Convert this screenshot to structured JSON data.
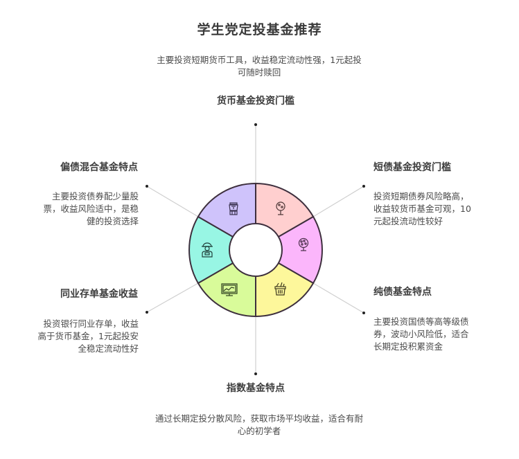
{
  "title": "学生党定投基金推荐",
  "colors": {
    "lavender": "#cfc3fb",
    "pink": "#ffcfcf",
    "magenta": "#fbb6fb",
    "yellow": "#fdf79b",
    "green": "#d9fb9a",
    "teal": "#98f6e4",
    "outline": "#3d2f3d",
    "connector": "#cccccc"
  },
  "sections": {
    "top": {
      "heading": "货币基金投资门槛",
      "desc_line1": "主要投资短期货币工具，收益稳定流动性强，1元起投",
      "desc_line2": "可随时赎回",
      "icon": "blender-icon"
    },
    "upper_right": {
      "heading": "短债基金投资门槛",
      "desc_line1": "投资短期债券风险略高，",
      "desc_line2": "收益较货币基金可观，10",
      "desc_line3": "元起投流动性较好",
      "icon": "tree-icon"
    },
    "lower_right": {
      "heading": "纯债基金特点",
      "desc_line1": "主要投资国债等高等级债",
      "desc_line2": "券，波动小风险低，适合",
      "desc_line3": "长期定投积累资金",
      "icon": "fruit-tree-icon"
    },
    "bottom": {
      "heading": "指数基金特点",
      "desc_line1": "通过长期定投分散风险，获取市场平均收益，适合有耐",
      "desc_line2": "心的初学者",
      "icon": "grocery-basket-icon"
    },
    "lower_left": {
      "heading": "同业存单基金收益",
      "desc_line1": "投资银行同业存单，收益",
      "desc_line2": "高于货币基金，1元起投安",
      "desc_line3": "全稳定流动性好",
      "icon": "monitor-chart-icon"
    },
    "upper_left": {
      "heading": "偏债混合基金特点",
      "desc_line1": "主要投资债券配少量股",
      "desc_line2": "票，收益风险适中，是稳",
      "desc_line3": "健的投资选择",
      "icon": "worker-icon"
    }
  }
}
